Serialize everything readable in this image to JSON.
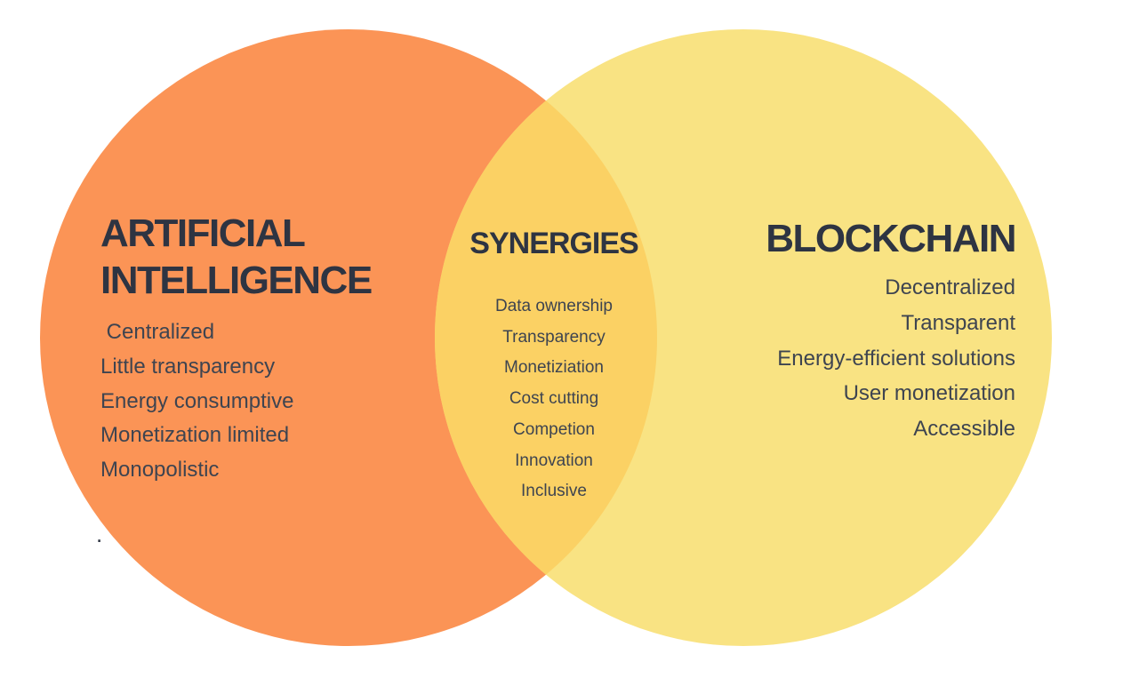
{
  "venn": {
    "left": {
      "title": "ARTIFICIAL INTELLIGENCE",
      "items": [
        " Centralized",
        "Little transparency",
        "Energy consumptive",
        "Monetization limited",
        "Monopolistic"
      ]
    },
    "center": {
      "title": "SYNERGIES",
      "items": [
        "Data ownership",
        "Transparency",
        "Monetiziation",
        "Cost cutting",
        "Competion",
        "Innovation",
        "Inclusive"
      ]
    },
    "right": {
      "title": "BLOCKCHAIN",
      "items": [
        "Decentralized",
        "Transparent",
        "Energy-efficient solutions",
        "User monetization",
        "Accessible"
      ]
    },
    "stray_period": ".",
    "colors": {
      "left_circle": "#FB9456",
      "right_circle": "#F9E383",
      "overlap": "#FBD164",
      "heading_text": "#2E3442",
      "body_text": "#3E4450",
      "background": "#FFFFFF"
    }
  }
}
